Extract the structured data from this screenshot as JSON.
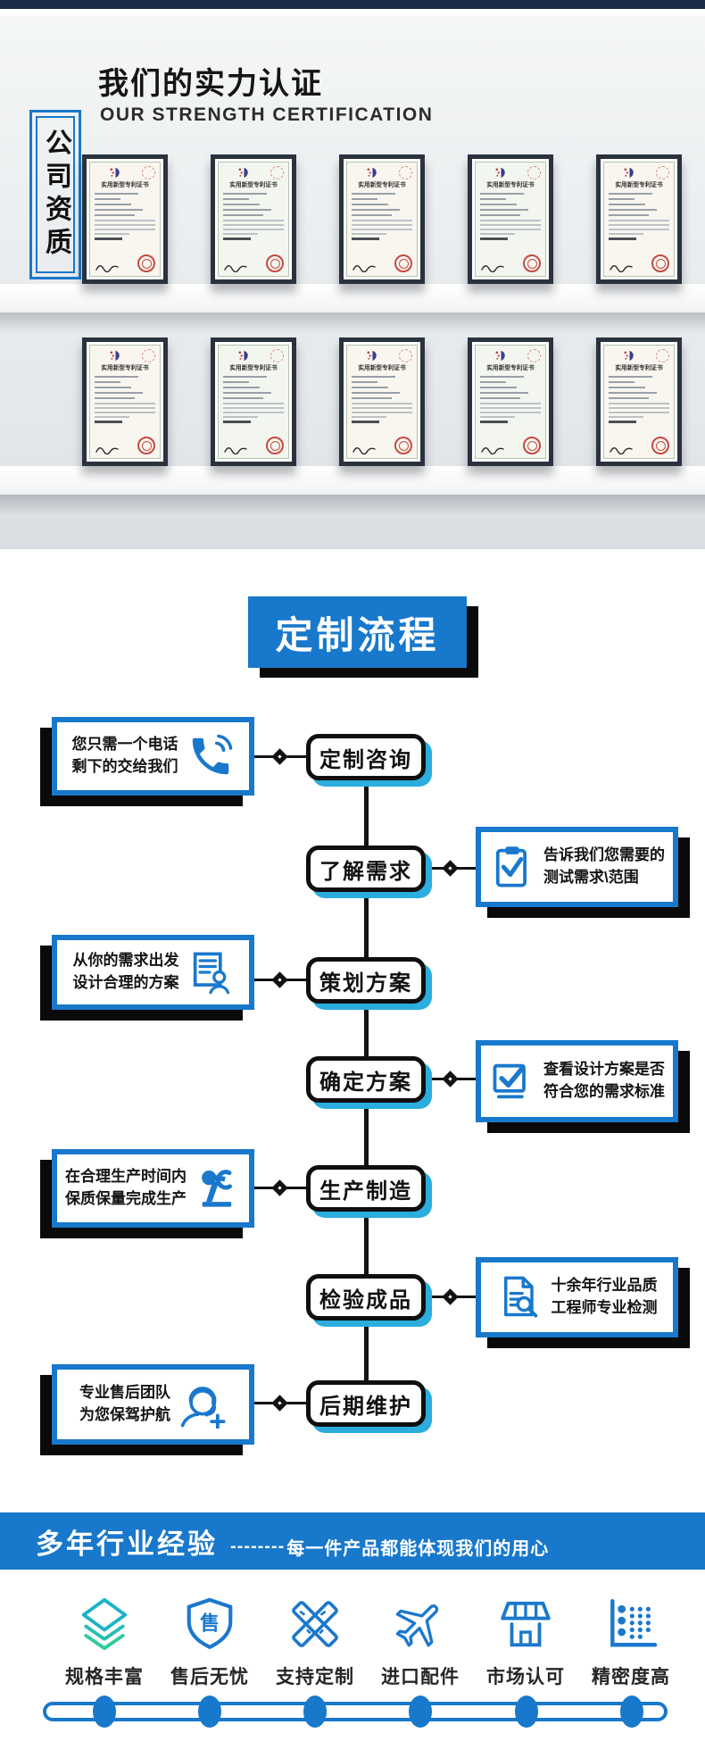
{
  "colors": {
    "accent": "#1878cb",
    "node_shadow": "#2badde",
    "top_bar": "#1c2b4a",
    "teal": "#1db4c4"
  },
  "certification": {
    "side_badge": "公司资质",
    "title": "我们的实力认证",
    "subtitle": "OUR STRENGTH CERTIFICATION",
    "certificate_title": "实用新型专利证书"
  },
  "process": {
    "banner": "定制流程",
    "steps": [
      {
        "label": "定制咨询",
        "side": "left",
        "icon": "phone-icon",
        "note_line1": "您只需一个电话",
        "note_line2": "剩下的交给我们"
      },
      {
        "label": "了解需求",
        "side": "right",
        "icon": "clipboard-check-icon",
        "note_line1": "告诉我们您需要的",
        "note_line2": "测试需求\\范围"
      },
      {
        "label": "策划方案",
        "side": "left",
        "icon": "document-person-icon",
        "note_line1": "从你的需求出发",
        "note_line2": "设计合理的方案"
      },
      {
        "label": "确定方案",
        "side": "right",
        "icon": "checkbox-icon",
        "note_line1": "查看设计方案是否",
        "note_line2": "符合您的需求标准"
      },
      {
        "label": "生产制造",
        "side": "left",
        "icon": "robot-arm-icon",
        "note_line1": "在合理生产时间内",
        "note_line2": "保质保量完成生产"
      },
      {
        "label": "检验成品",
        "side": "right",
        "icon": "document-search-icon",
        "note_line1": "十余年行业品质",
        "note_line2": "工程师专业检测"
      },
      {
        "label": "后期维护",
        "side": "left",
        "icon": "headset-person-icon",
        "note_line1": "专业售后团队",
        "note_line2": "为您保驾护航"
      }
    ]
  },
  "experience": {
    "title": "多年行业经验",
    "dashes": "--------",
    "subtitle": "每一件产品都能体现我们的用心"
  },
  "features": {
    "items": [
      {
        "label": "规格丰富",
        "icon": "layers-icon"
      },
      {
        "label": "售后无忧",
        "icon": "shield-icon",
        "glyph": "售"
      },
      {
        "label": "支持定制",
        "icon": "tools-icon"
      },
      {
        "label": "进口配件",
        "icon": "plane-icon"
      },
      {
        "label": "市场认可",
        "icon": "shop-icon"
      },
      {
        "label": "精密度高",
        "icon": "precision-icon"
      }
    ]
  }
}
